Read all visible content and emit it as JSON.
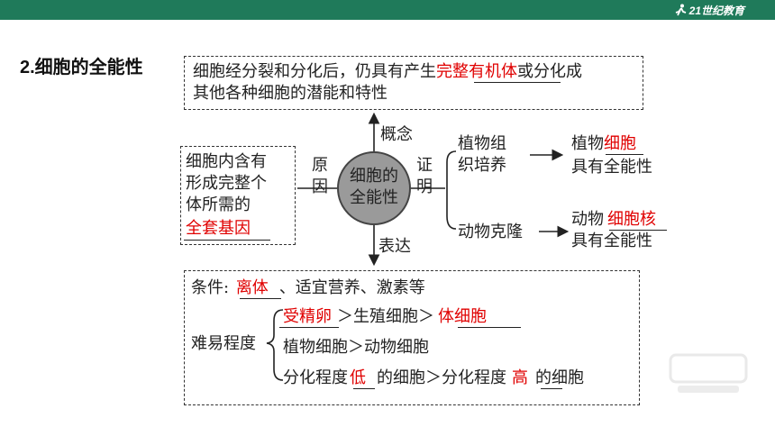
{
  "header": {
    "logo_text": "21世纪教育"
  },
  "section_title": "2.细胞的全能性",
  "concept": {
    "line1_a": "细胞经分裂和分化后，仍具有产生",
    "line1_red": "完整有机体",
    "line1_b": "或分化成",
    "line2": "其他各种细胞的潜能和特性",
    "label": "概念"
  },
  "center": {
    "line1": "细胞的",
    "line2": "全能性"
  },
  "reason": {
    "label1": "原",
    "label2": "因",
    "lines": [
      "细胞内含有",
      "形成完整个",
      "体所需的"
    ],
    "red": "全套基因"
  },
  "proof": {
    "label1": "证",
    "label2": "明",
    "plant": {
      "line1": "植物组",
      "line2": "织培养",
      "result_a": "植物",
      "result_red": "细胞",
      "result_line2": "具有全能性"
    },
    "animal": {
      "source": "动物克隆",
      "result_a": "动物",
      "result_red": "细胞核",
      "result_line2": "具有全能性"
    }
  },
  "expression": {
    "label": "表达",
    "cond_a": "条件:",
    "cond_red": "离体",
    "cond_b": "、适宜营养、激素等",
    "difficulty_label": "难易程度",
    "row1_red1": "受精卵",
    "row1_mid": "＞生殖细胞＞",
    "row1_red2": "体细胞",
    "row2": "植物细胞＞动物细胞",
    "row3_a": "分化程度",
    "row3_red1": "低",
    "row3_b": "的细胞＞分化程度",
    "row3_red2": "高",
    "row3_c": "的细胞"
  }
}
